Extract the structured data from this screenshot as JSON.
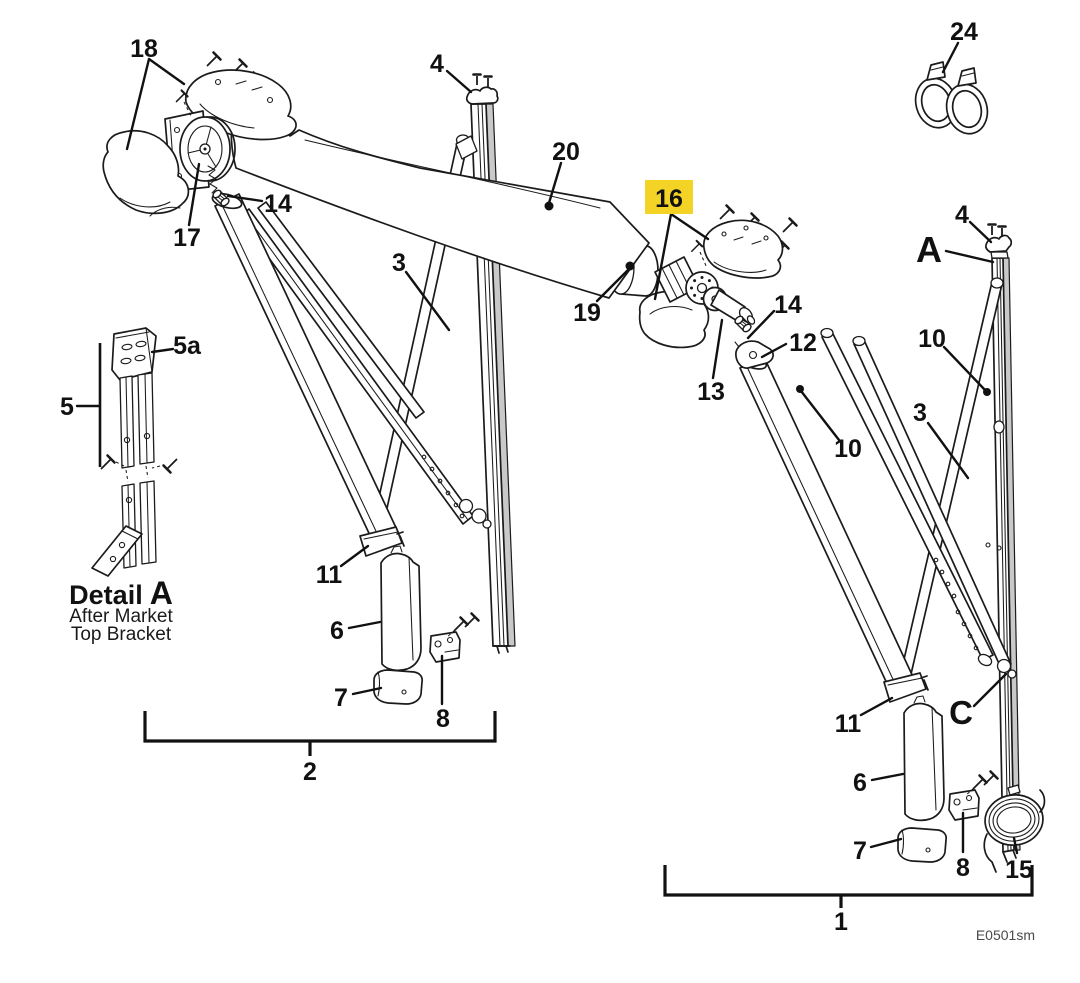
{
  "diagram": {
    "code": "E0501sm",
    "highlight_color": "#F4D327",
    "highlighted_callout": "16",
    "detail_view": {
      "title_word": "Detail",
      "title_letter": "A",
      "subtitle_line1": "After Market",
      "subtitle_line2": "Top Bracket"
    },
    "callouts": {
      "c1": "1",
      "c2": "2",
      "c3_left": "3",
      "c3_right": "3",
      "c4_left": "4",
      "c4_right": "4",
      "c5": "5",
      "c5a": "5a",
      "c6_left": "6",
      "c6_right": "6",
      "c7_left": "7",
      "c7_right": "7",
      "c8_left": "8",
      "c8_right": "8",
      "c10_upper": "10",
      "c10_lower": "10",
      "c11_left": "11",
      "c11_right": "11",
      "c12": "12",
      "c13": "13",
      "c14_left": "14",
      "c14_right": "14",
      "c15": "15",
      "c16": "16",
      "c17": "17",
      "c18": "18",
      "c19": "19",
      "c20": "20",
      "c24": "24",
      "cA": "A",
      "cC": "C"
    }
  }
}
